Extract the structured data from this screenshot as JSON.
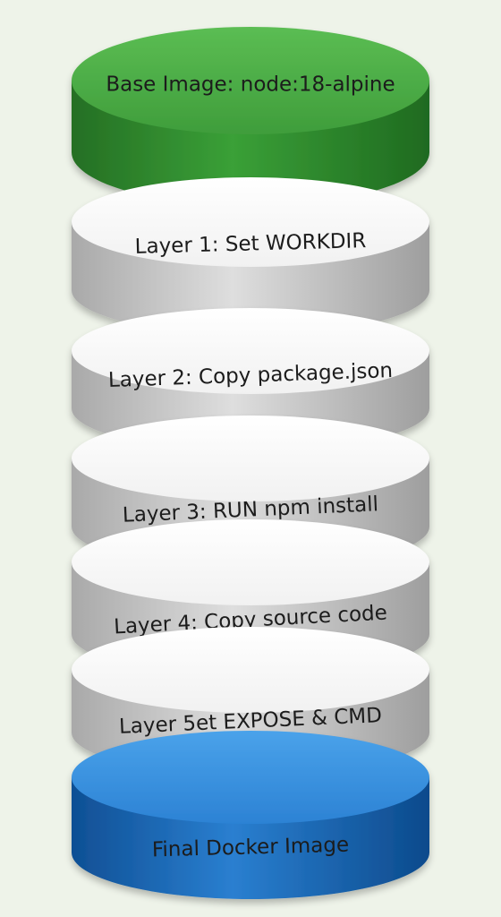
{
  "layers": [
    {
      "label": "Base Image: node:18-alpine",
      "kind": "base"
    },
    {
      "label": "Layer 1: Set WORKDIR",
      "kind": "middle"
    },
    {
      "label": "Layer 2: Copy package.json",
      "kind": "middle"
    },
    {
      "label": "Layer 3: RUN npm install",
      "kind": "middle"
    },
    {
      "label": "Layer 4: Copy source code",
      "kind": "middle"
    },
    {
      "label": "Layer 5et EXPOSE & CMD",
      "kind": "middle"
    },
    {
      "label": "Final Docker Image",
      "kind": "final"
    }
  ],
  "colors": {
    "background": "#eef3e9",
    "base_top": "#52b04a",
    "base_side": "#2d8f2c",
    "middle_top": "#ffffff",
    "middle_side": "#c9c9c9",
    "final_top": "#3a8edc",
    "final_side": "#1565b5",
    "text": "#1a1a1a"
  }
}
